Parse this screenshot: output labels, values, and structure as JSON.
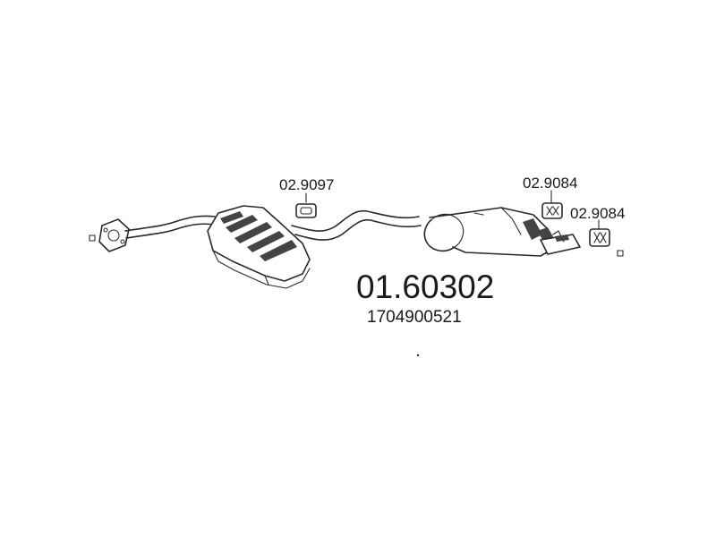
{
  "part_number": "01.60302",
  "oem_number": "1704900521",
  "hanger_labels": {
    "front_hanger": "02.9097",
    "rear_hanger_1": "02.9084",
    "rear_hanger_2": "02.9084"
  }
}
